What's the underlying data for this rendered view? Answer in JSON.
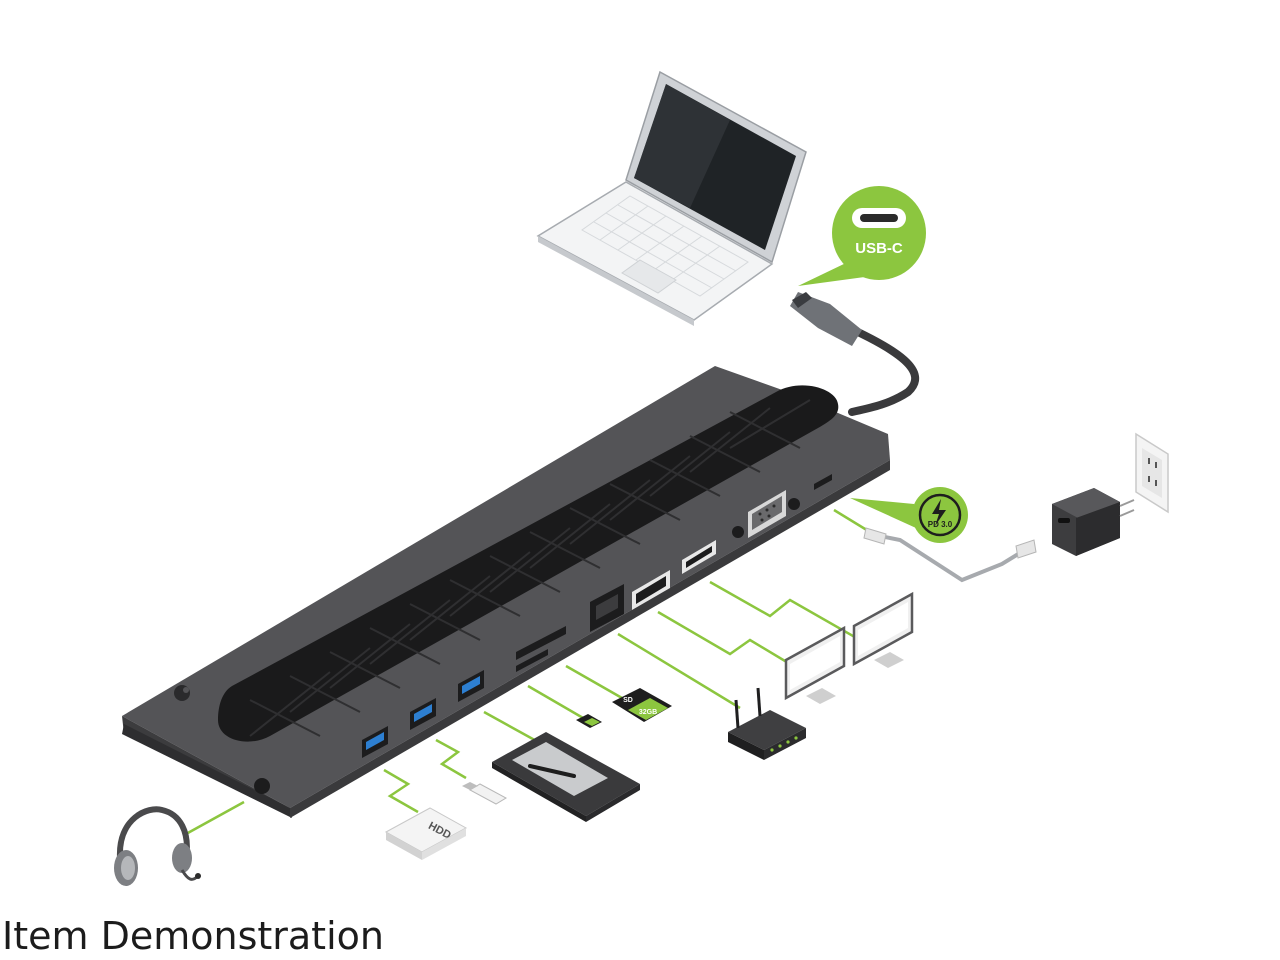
{
  "caption": "Item Demonstration",
  "labels": {
    "usb_c": "USB-C",
    "pd": "PD 3.0",
    "hdd": "HDD",
    "sd": "SD",
    "sd_card_text": "32GB"
  },
  "colors": {
    "accent_green": "#8cc63f",
    "dock_body": "#4a4a4c",
    "dock_top": "#1b1b1c",
    "port_blue": "#2d7fd1"
  }
}
